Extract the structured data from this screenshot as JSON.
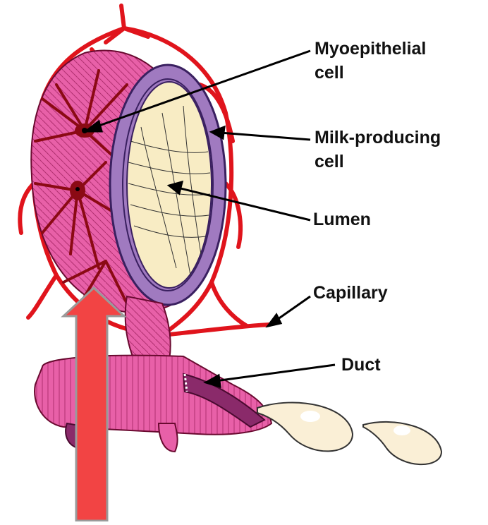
{
  "labels": {
    "myoepithelial": {
      "line1": "Myoepithelial",
      "line2": "cell"
    },
    "milk_producing": {
      "line1": "Milk-producing",
      "line2": "cell"
    },
    "lumen": "Lumen",
    "capillary": "Capillary",
    "duct": "Duct"
  },
  "colors": {
    "alveolus_pink": "#e860a8",
    "capillary_red": "#e0141c",
    "myoepithelial_dark": "#8b0a14",
    "cell_layer_purple": "#a07ac0",
    "lumen_cream": "#f8ecc4",
    "milk_droplet": "#faefd6",
    "pointer_arrow": "#f24444"
  }
}
